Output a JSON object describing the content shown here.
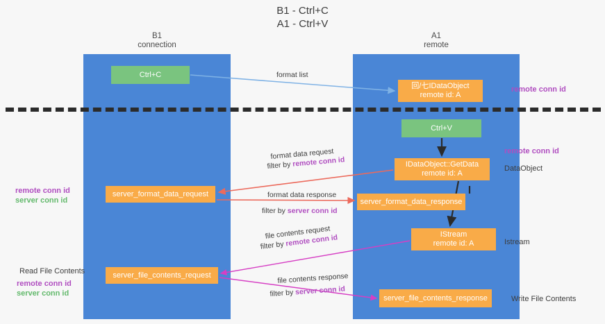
{
  "title": {
    "line1": "B1 - Ctrl+C",
    "line2": "A1 - Ctrl+V"
  },
  "lanes": [
    {
      "name": "B1",
      "sub": "connection",
      "color": "#4a86d6"
    },
    {
      "name": "A1",
      "sub": "remote",
      "color": "#4a86d6"
    }
  ],
  "nodes": {
    "ctrl_c": {
      "label": "Ctrl+C",
      "color": "#7ac47f"
    },
    "idataobject": {
      "line1": "回/七IDataObject",
      "line2": "remote id: A",
      "color": "#f9ab48"
    },
    "ctrl_v": {
      "label": "Ctrl+V",
      "color": "#7ac47f"
    },
    "getdata": {
      "line1": "IDataObject::GetData",
      "line2": "remote id: A",
      "color": "#f9ab48"
    },
    "server_format_data_request": {
      "label": "server_format_data_request",
      "color": "#f9ab48"
    },
    "server_format_data_response": {
      "label": "server_format_data_response",
      "color": "#f9ab48"
    },
    "istream": {
      "line1": "IStream",
      "line2": "remote id: A",
      "color": "#f9ab48"
    },
    "server_file_contents_request": {
      "label": "server_file_contents_request",
      "color": "#f9ab48"
    },
    "server_file_contents_response": {
      "label": "server_file_contents_response",
      "color": "#f9ab48"
    }
  },
  "edge_labels": {
    "format_list": "format list",
    "format_data_request": "format data request",
    "format_data_request_filter_prefix": "filter by ",
    "format_data_request_filter_key": "remote conn id",
    "format_data_response": "format data response",
    "format_data_response_filter_prefix": "filter by ",
    "format_data_response_filter_key": "server conn id",
    "file_contents_request": "file contents request",
    "file_contents_request_filter_prefix": "filter by ",
    "file_contents_request_filter_key": "remote conn id",
    "file_contents_response": "file contents response",
    "file_contents_response_filter_prefix": "filter by ",
    "file_contents_response_filter_key": "server conn id"
  },
  "side_labels": {
    "remote_conn_id_top": "remote conn id",
    "remote_conn_id_mid": "remote conn id",
    "dataobject": "DataObject",
    "istream": "Istream",
    "write_file_contents": "Write File Contents",
    "read_file_contents": "Read File Contents",
    "left_remote_conn_id": "remote conn id",
    "left_server_conn_id": "server conn id",
    "left_remote_conn_id_2": "remote conn id",
    "left_server_conn_id_2": "server conn id"
  },
  "colors": {
    "lane": "#4a86d6",
    "green_node": "#7ac47f",
    "orange_node": "#f9ab48",
    "purple_text": "#b04ec0",
    "green_text": "#63b96c",
    "blue_arrow": "#7fb2e5",
    "red_arrow": "#ec6a5c",
    "magenta_arrow": "#d63fc4",
    "black_arrow": "#2b2b2b",
    "divider": "#2b2b2b",
    "background": "#f7f7f7"
  }
}
